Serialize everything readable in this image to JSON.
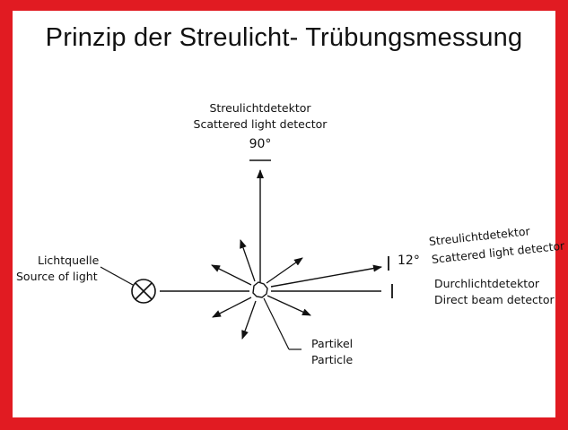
{
  "title": "Prinzip der Streulicht- Trübungsmessung",
  "labels": {
    "top_detector_de": "Streulichtdetektor",
    "top_detector_en": "Scattered light detector",
    "angle_90": "90°",
    "source_de": "Lichtquelle",
    "source_en": "Source of light",
    "angle_12": "12°",
    "side_detector_de": "Streulichtdetektor",
    "side_detector_en": "Scattered light detector",
    "direct_de": "Durchlichtdetektor",
    "direct_en": "Direct beam detector",
    "particle_de": "Partikel",
    "particle_en": "Particle"
  },
  "colors": {
    "frame": "#e11b22",
    "ink": "#111111",
    "background": "#ffffff"
  }
}
